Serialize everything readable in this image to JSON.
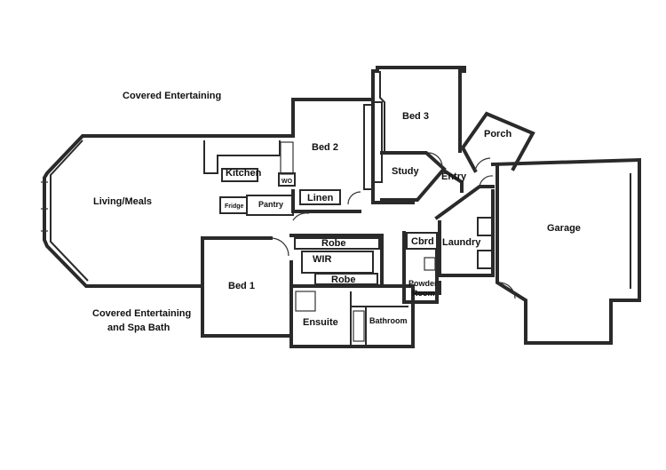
{
  "rooms": {
    "covered_entertaining_top": "Covered Entertaining",
    "living_meals": "Living/Meals",
    "kitchen": "Kitchen",
    "wo": "WO",
    "fridge": "Fridge",
    "pantry": "Pantry",
    "linen": "Linen",
    "bed2": "Bed 2",
    "bed3": "Bed 3",
    "study": "Study",
    "entry": "Entry",
    "porch": "Porch",
    "garage": "Garage",
    "robe_upper": "Robe",
    "wir": "WIR",
    "robe_lower": "Robe",
    "bed1": "Bed 1",
    "ensuite": "Ensuite",
    "bathroom": "Bathroom",
    "cbrd": "Cbrd",
    "laundry": "Laundry",
    "powder_room_line1": "Powder",
    "powder_room_line2": "Room",
    "covered_spa_line1": "Covered Entertaining",
    "covered_spa_line2": "and Spa Bath"
  }
}
